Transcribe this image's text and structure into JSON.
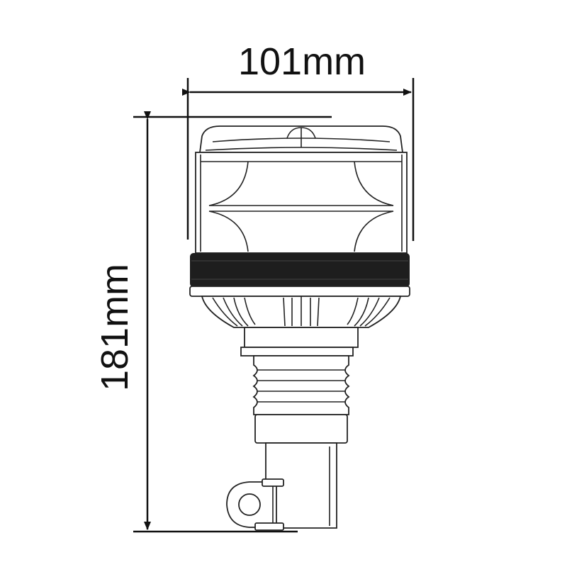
{
  "dimensions": {
    "width_label": "101mm",
    "height_label": "181mm"
  },
  "colors": {
    "line": "#111111",
    "band": "#1e1e1e",
    "background": "#ffffff"
  },
  "figure": {
    "subject": "beacon-light-flexible-mount"
  }
}
